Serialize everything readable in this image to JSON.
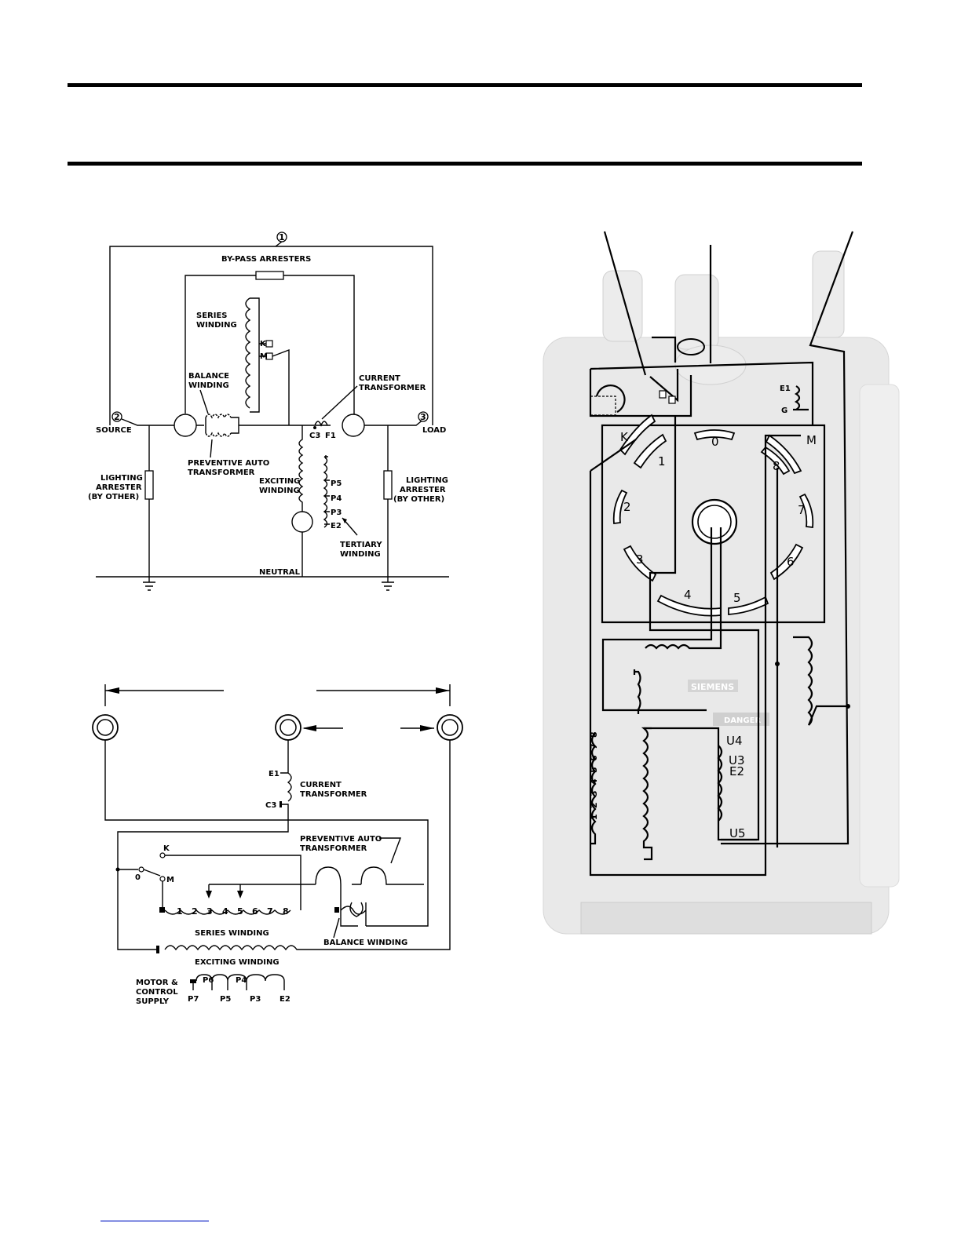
{
  "schematic": {
    "node_1": "1",
    "node_2": "2",
    "node_3": "3",
    "bypass": "BY-PASS ARRESTERS",
    "series_l1": "SERIES",
    "series_l2": "WINDING",
    "tap_k": "K",
    "tap_m": "M",
    "balance_l1": "BALANCE",
    "balance_l2": "WINDING",
    "ct_l1": "CURRENT",
    "ct_l2": "TRANSFORMER",
    "source": "SOURCE",
    "load": "LOAD",
    "c3": "C3",
    "f1": "F1",
    "pat_l1": "PREVENTIVE AUTO",
    "pat_l2": "TRANSFORMER",
    "la_left_l1": "LIGHTING",
    "la_left_l2": "ARRESTER",
    "la_left_l3": "(BY OTHER)",
    "exc_l1": "EXCITING",
    "exc_l2": "WINDING",
    "p5": "P5",
    "p4": "P4",
    "p3": "P3",
    "e2": "E2",
    "la_right_l1": "LIGHTING",
    "la_right_l2": "ARRESTER",
    "la_right_l3": "(BY OTHER)",
    "tert_l1": "TERTIARY",
    "tert_l2": "WINDING",
    "neutral": "NEUTRAL"
  },
  "connection": {
    "e1": "E1",
    "c3": "C3",
    "ct_l1": "CURRENT",
    "ct_l2": "TRANSFORMER",
    "k": "K",
    "zero": "0",
    "m": "M",
    "pat_l1": "PREVENTIVE AUTO",
    "pat_l2": "TRANSFORMER",
    "taps": [
      "1",
      "2",
      "3",
      "4",
      "5",
      "6",
      "7",
      "8"
    ],
    "series": "SERIES WINDING",
    "balance": "BALANCE WINDING",
    "exciting": "EXCITING WINDING",
    "motor_l1": "MOTOR &",
    "motor_l2": "CONTROL",
    "motor_l3": "SUPPLY",
    "p6": "P6",
    "p4": "P4",
    "p7": "P7",
    "p5": "P5",
    "p3": "P3",
    "e2": "E2"
  },
  "photo": {
    "k": "K",
    "m": "M",
    "contacts": [
      "0",
      "1",
      "2",
      "3",
      "4",
      "5",
      "6",
      "7",
      "8"
    ],
    "e1": "E1",
    "g": "G",
    "brand": "SIEMENS",
    "danger": "DANGER",
    "u4": "U4",
    "u3": "U3",
    "e2": "E2",
    "u5": "U5",
    "strip": [
      "1",
      "2",
      "3",
      "4",
      "5",
      "6",
      "7",
      "8"
    ]
  },
  "colors": {
    "ink": "#000000",
    "ghost": "#e6e6e6"
  }
}
